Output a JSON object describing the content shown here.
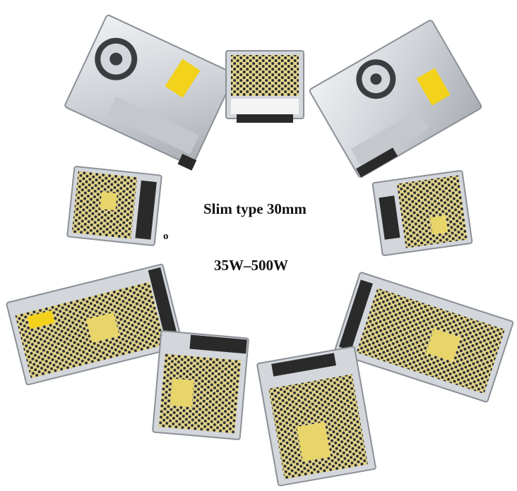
{
  "headline": "Slim type 30mm",
  "power_range": "35W–500W",
  "stray_mark": "o",
  "colors": {
    "background": "#ffffff",
    "chassis": "#d3d7dc",
    "chassis_dark": "#8b9096",
    "perforation": "#2b2e31",
    "pcb_yellow": "#e8d56a",
    "warning_label": "#f2d21a",
    "terminal": "#2a2a2a",
    "caption": "#111111"
  }
}
